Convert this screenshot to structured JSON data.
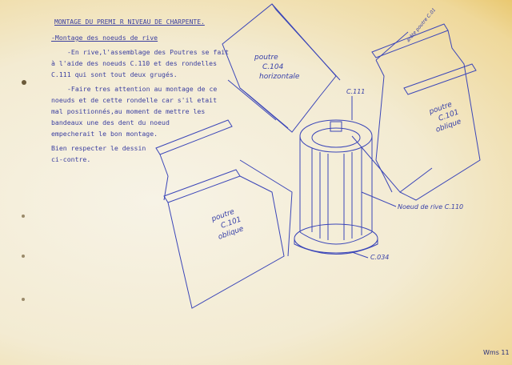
{
  "title": "MONTAGE DU PREMI R NIVEAU DE CHARPENTE.",
  "subtitle": "-Montage des noeuds de rive",
  "paragraph1": [
    "-En rive,l'assemblage des Poutres se fait",
    "à l'aide des noeuds C.110 et des rondelles",
    "C.111 qui sont tout deux grugés."
  ],
  "paragraph2": [
    "-Faire tres attention au montage de ce",
    "noeuds et de cette rondelle car s'il etait",
    "mal positionnés,au moment de mettre les",
    "bandeaux une des dent du noeud",
    "empecherait le bon montage."
  ],
  "paragraph3": [
    "Bien respecter le dessin",
    "ci-contre."
  ],
  "labels": {
    "poutre_horizontale": [
      "poutre",
      "C.104",
      "horizontale"
    ],
    "poutre_oblique_right": [
      "poutre",
      "C.101",
      "oblique"
    ],
    "poutre_oblique_left": [
      "poutre",
      "C.101",
      "oblique"
    ],
    "c111": "C.111",
    "noeud": "Noeud de rive C.110",
    "c034": "C.034",
    "arete": "arête poutre C.01"
  },
  "page_ref": "Wms 11"
}
